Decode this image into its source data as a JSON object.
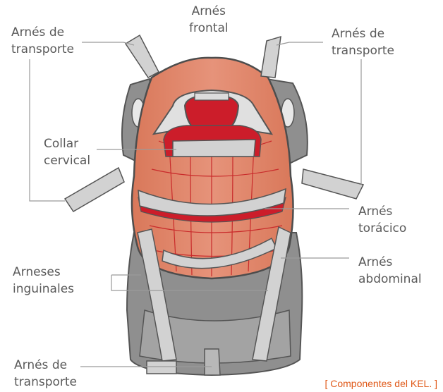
{
  "labels": {
    "frontal": {
      "line1": "Arnés",
      "line2": "frontal"
    },
    "transport_top_left": {
      "line1": "Arnés de",
      "line2": "transporte"
    },
    "transport_top_right": {
      "line1": "Arnés de",
      "line2": "transporte"
    },
    "cervical": {
      "line1": "Collar",
      "line2": "cervical"
    },
    "thoracic": {
      "line1": "Arnés",
      "line2": "torácico"
    },
    "abdominal": {
      "line1": "Arnés",
      "line2": "abdominal"
    },
    "inguinal": {
      "line1": "Arneses",
      "line2": "inguinales"
    },
    "transport_bottom": {
      "line1": "Arnés de",
      "line2": "transporte"
    }
  },
  "caption": "[ Componentes del KEL. ]",
  "colors": {
    "body": "#e0876a",
    "straps": "#d2d2d2",
    "straps_dark": "#a8a8a8",
    "side_panels": "#8f8f8f",
    "collar": "#cc1d2a",
    "lines": "#9a9a9a",
    "caption": "#e05a1a"
  },
  "icons": [
    "kel-illustration"
  ]
}
